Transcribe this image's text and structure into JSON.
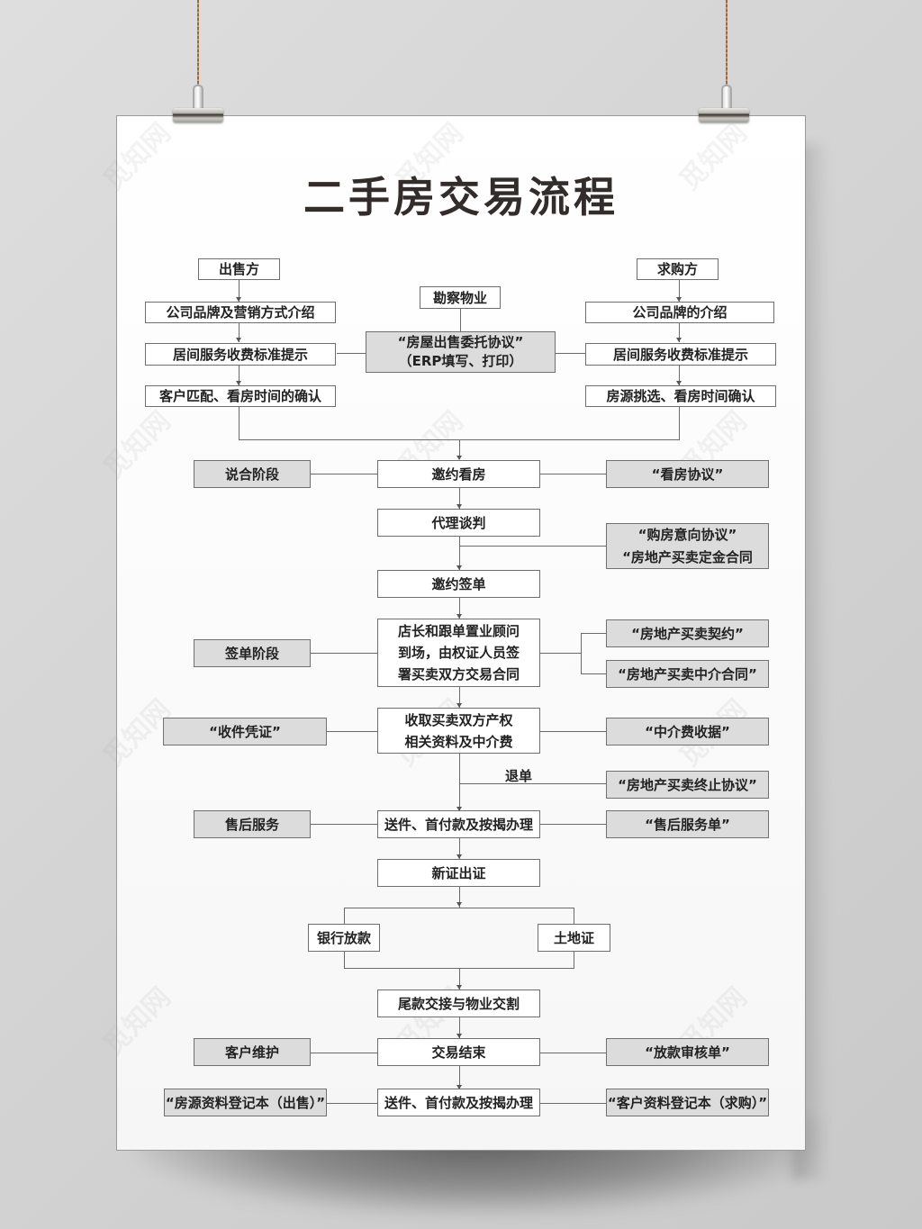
{
  "poster": {
    "title": "二手房交易流程",
    "watermark": "觅知网"
  },
  "seller": {
    "header": "出售方",
    "steps": [
      "公司品牌及营销方式介绍",
      "居间服务收费标准提示",
      "客户匹配、看房时间的确认"
    ]
  },
  "buyer": {
    "header": "求购方",
    "steps": [
      "公司品牌的介绍",
      "居间服务收费标准提示",
      "房源挑选、看房时间确认"
    ]
  },
  "center_top": {
    "survey": "勘察物业",
    "agreement": "“房屋出售委托协议”\n（ERP填写、打印）"
  },
  "main_flow": [
    "邀约看房",
    "代理谈判",
    "邀约签单",
    "店长和跟单置业顾问\n到场，由权证人员签\n署买卖双方交易合同",
    "收取买卖双方产权\n相关资料及中介费",
    "送件、首付款及按揭办理",
    "新证出证",
    "尾款交接与物业交割",
    "交易结束",
    "送件、首付款及按揭办理"
  ],
  "branches": {
    "bank_loan": "银行放款",
    "land_cert": "土地证"
  },
  "stages": {
    "persuade": "说合阶段",
    "signing": "签单阶段",
    "after_sales": "售后服务",
    "customer_care": "客户维护"
  },
  "left_docs": {
    "receipt": "“收件凭证”",
    "seller_register": "“房源资料登记本（出售）”"
  },
  "right_docs": {
    "viewing": "“看房协议”",
    "intent": "“购房意向协议”\n“房地产买卖定金合同",
    "contract": "“房地产买卖契约”",
    "agency_contract": "“房地产买卖中介合同”",
    "fee_receipt": "“中介费收据”",
    "termination": "“房地产买卖终止协议”",
    "after_sales_form": "“售后服务单”",
    "loan_review": "“放款审核单”",
    "buyer_register": "“客户资料登记本（求购）”"
  },
  "annotations": {
    "cancel_order": "退单"
  }
}
